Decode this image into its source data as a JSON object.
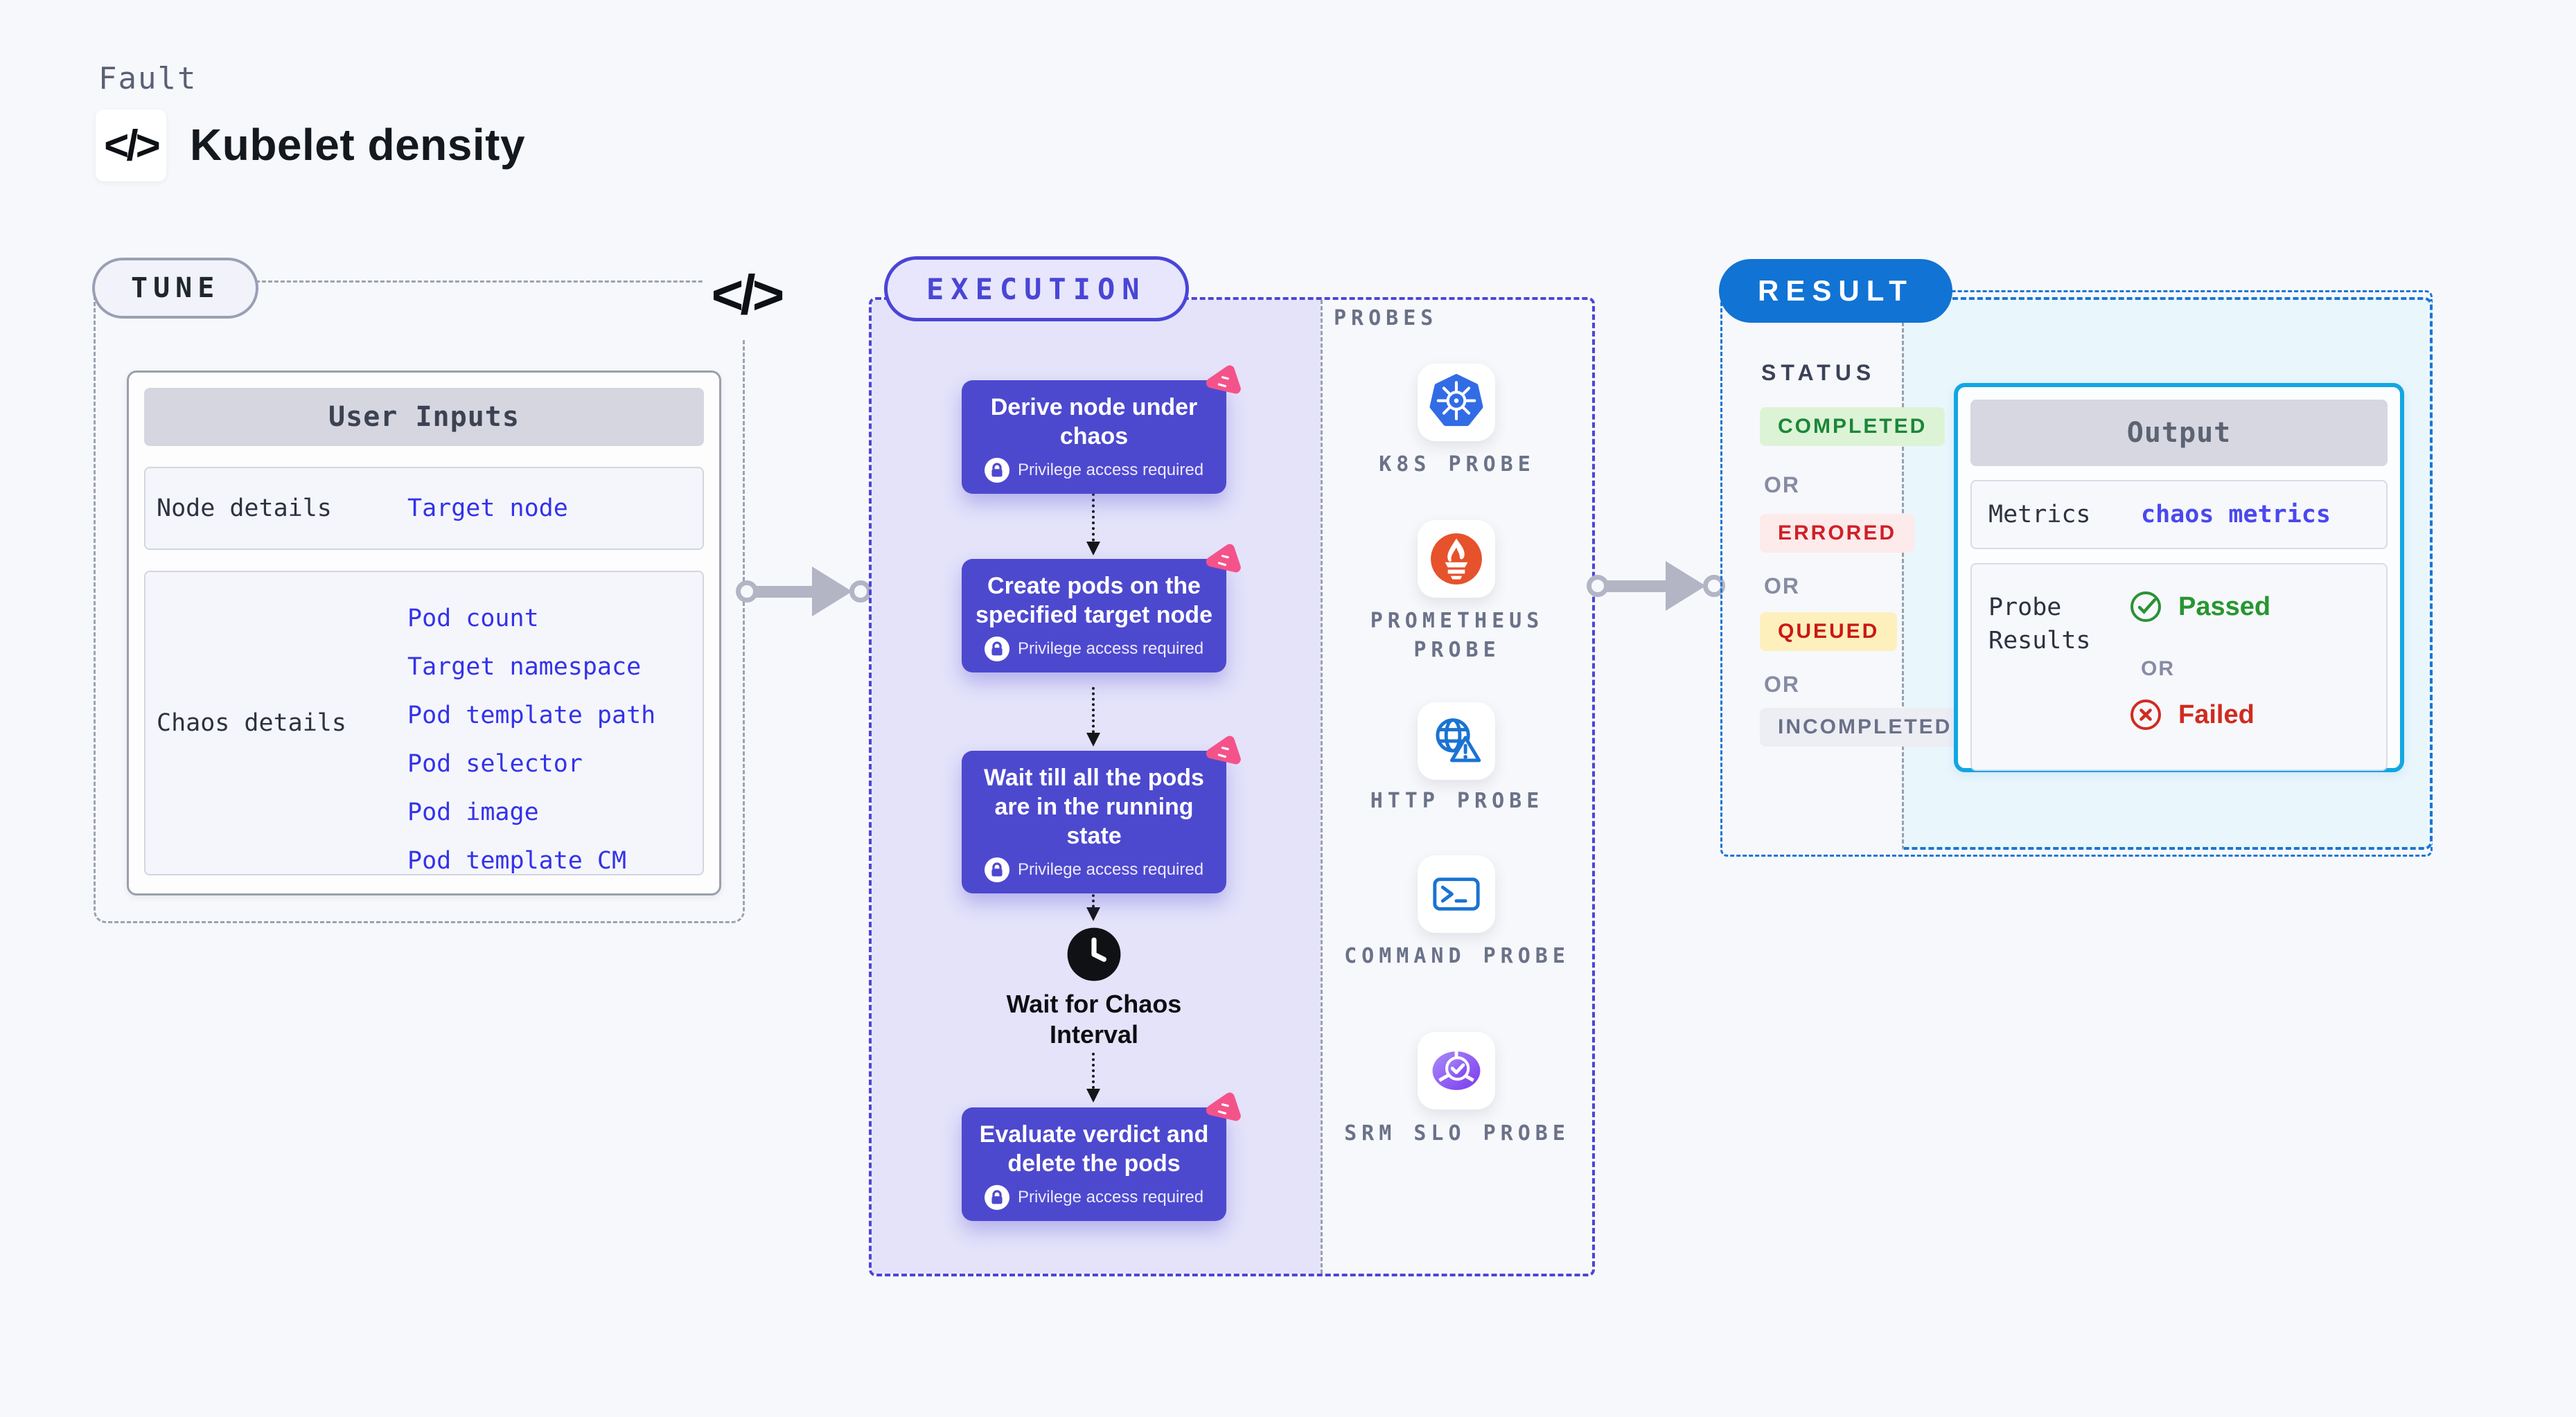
{
  "header": {
    "eyebrow": "Fault",
    "title": "Kubelet density",
    "code_glyph": "</>"
  },
  "tune": {
    "pill": "TUNE",
    "code_glyph": "</>",
    "user_inputs": {
      "title": "User Inputs",
      "rows": [
        {
          "label": "Node details",
          "links": [
            "Target node"
          ]
        },
        {
          "label": "Chaos details",
          "links": [
            "Pod count",
            "Target namespace",
            "Pod template path",
            "Pod selector",
            "Pod image",
            "Pod template CM"
          ]
        }
      ]
    }
  },
  "execution": {
    "pill": "EXECUTION",
    "privilege_note": "Privilege access required",
    "steps": [
      "Derive node under chaos",
      "Create pods on the specified target node",
      "Wait till all the pods are in the running state",
      "Evaluate verdict and delete the pods"
    ],
    "wait_label": "Wait for Chaos Interval"
  },
  "probes": {
    "title": "PROBES",
    "items": [
      {
        "label": "K8S PROBE",
        "icon": "kubernetes-icon"
      },
      {
        "label": "PROMETHEUS PROBE",
        "icon": "prometheus-icon"
      },
      {
        "label": "HTTP PROBE",
        "icon": "globe-alert-icon"
      },
      {
        "label": "COMMAND PROBE",
        "icon": "terminal-icon"
      },
      {
        "label": "SRM SLO PROBE",
        "icon": "slo-gauge-icon"
      }
    ]
  },
  "result": {
    "pill": "RESULT",
    "status_title": "STATUS",
    "or_label": "OR",
    "statuses": [
      "COMPLETED",
      "ERRORED",
      "QUEUED",
      "INCOMPLETED"
    ],
    "output": {
      "title": "Output",
      "metrics_label": "Metrics",
      "metrics_value": "chaos metrics",
      "probe_results_label": "Probe Results",
      "passed_label": "Passed",
      "or_label": "OR",
      "failed_label": "Failed"
    }
  },
  "colors": {
    "accent_indigo": "#4a45d6",
    "step_card": "#4d49cf",
    "badge_pink": "#f4538a",
    "result_blue": "#1173d4",
    "output_border_cyan": "#12a6e3",
    "completed_green": "#1b8639",
    "errored_red": "#cf2028",
    "queued_yellow_bg": "#fdf0bd",
    "passed_green": "#27962f",
    "failed_red": "#d02b20",
    "link_blue": "#3432ea"
  }
}
